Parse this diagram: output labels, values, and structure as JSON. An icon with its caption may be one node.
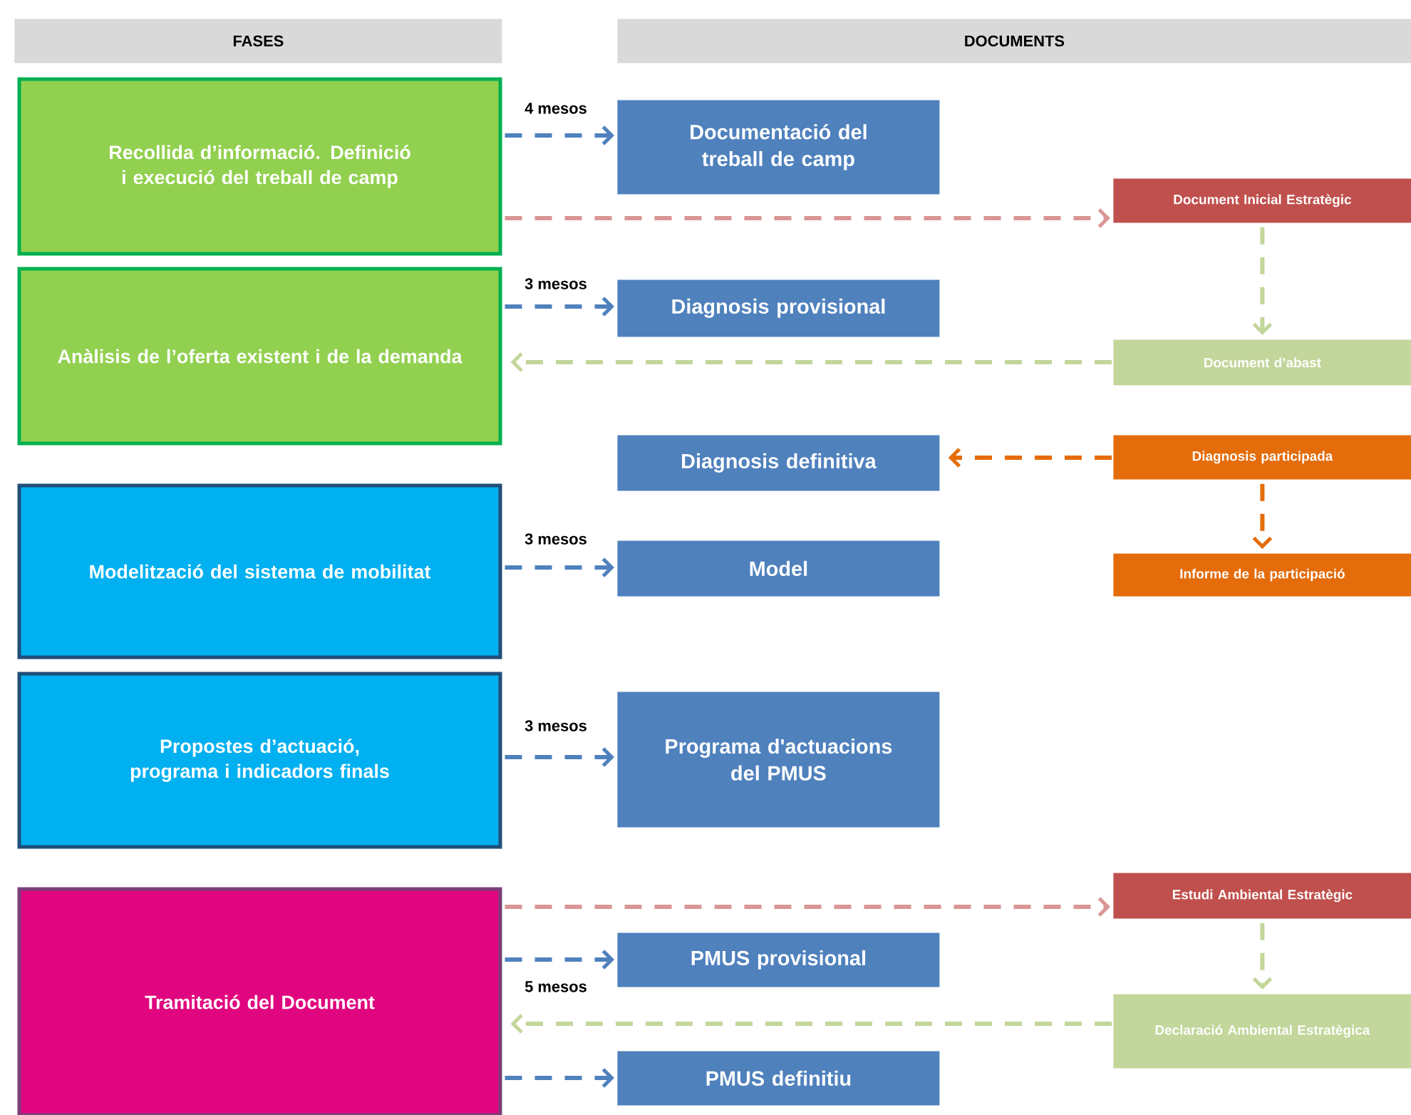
{
  "diagram": {
    "nodes": [
      {
        "text": [
          "FASES"
        ]
      },
      {
        "text": [
          "DOCUMENTS"
        ]
      },
      {
        "text": [
          "Recollida d’informació. Definició i execució del treball de camp"
        ]
      },
      {
        "text": [
          "Anàlisis de l’oferta existent i de la demanda"
        ]
      },
      {
        "text": [
          "Modelització del sistema de mobilitat"
        ]
      },
      {
        "text": [
          "Propostes d’actuació, programa i indicadors finals"
        ]
      },
      {
        "text": [
          "Tramitació del Document"
        ]
      },
      {
        "text": [
          "Documentació del treball de camp"
        ]
      },
      {
        "text": [
          "Document Inicial Estratègic"
        ]
      },
      {
        "text": [
          "Diagnosis provisional"
        ]
      },
      {
        "text": [
          "Document d’abast"
        ]
      },
      {
        "text": [
          "Diagnosis definitiva"
        ]
      },
      {
        "text": [
          "Diagnosis participada"
        ]
      },
      {
        "text": [
          "Model"
        ]
      },
      {
        "text": [
          "Informe de la participació"
        ]
      },
      {
        "text": [
          "Programa d'actuacions del PMUS"
        ]
      },
      {
        "text": [
          "Estudi Ambiental Estratègic"
        ]
      },
      {
        "text": [
          "PMUS provisional"
        ]
      },
      {
        "text": [
          "Declaració Ambiental Estratègica"
        ]
      },
      {
        "text": [
          "PMUS definitiu"
        ]
      }
    ],
    "edges": [
      {
        "from": 2,
        "to": 7,
        "arrow": "to",
        "label": "4 mesos"
      },
      {
        "from": 2,
        "to": 8,
        "arrow": "to",
        "color": "#d99694"
      },
      {
        "from": 3,
        "to": 9,
        "arrow": "to",
        "label": "3 mesos"
      },
      {
        "from": 8,
        "to": 10,
        "arrow": "to",
        "color": "#c3d69b"
      },
      {
        "from": 10,
        "to": 3,
        "arrow": "to",
        "color": "#c3d69b"
      },
      {
        "from": 12,
        "to": 11,
        "arrow": "to",
        "color": "#e46c0a"
      },
      {
        "from": 12,
        "to": 14,
        "arrow": "to",
        "color": "#e46c0a"
      },
      {
        "from": 4,
        "to": 13,
        "arrow": "to",
        "label": "3 mesos"
      },
      {
        "from": 5,
        "to": 15,
        "arrow": "to",
        "label": "3 mesos"
      },
      {
        "from": 6,
        "to": 16,
        "arrow": "to",
        "color": "#d99694"
      },
      {
        "from": 6,
        "to": 17,
        "arrow": "to",
        "label": "5 mesos"
      },
      {
        "from": 16,
        "to": 18,
        "arrow": "to",
        "color": "#c3d69b"
      },
      {
        "from": 18,
        "to": 6,
        "arrow": "to",
        "color": "#c3d69b"
      },
      {
        "from": 6,
        "to": 19,
        "arrow": "to"
      }
    ]
  }
}
